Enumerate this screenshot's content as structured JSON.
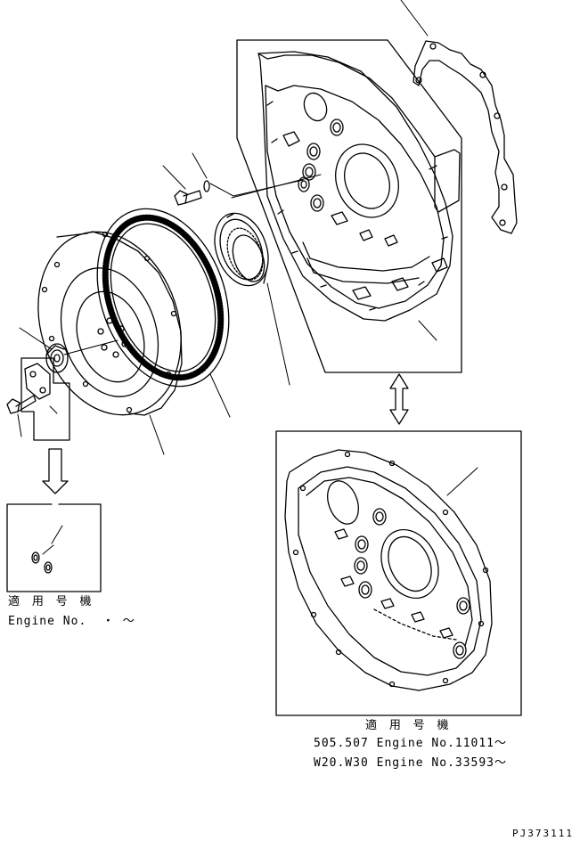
{
  "left_note": {
    "title": "適 用 号 機",
    "engine_line": "Engine No.  ・ ～"
  },
  "right_note": {
    "title": "適 用 号 機",
    "line1": "505.507 Engine No.11011～",
    "line2": "W20.W30 Engine No.33593～"
  },
  "drawing_code": "PJ373111",
  "parts": [
    "flywheel-housing",
    "housing-gasket",
    "oil-seal",
    "ring-gear",
    "flywheel",
    "pilot-bearing",
    "lock-plate",
    "flywheel-bolt",
    "housing-bolt",
    "washer",
    "alternate-flywheel-housing"
  ],
  "colors": {
    "line": "#000000",
    "background": "#ffffff"
  }
}
